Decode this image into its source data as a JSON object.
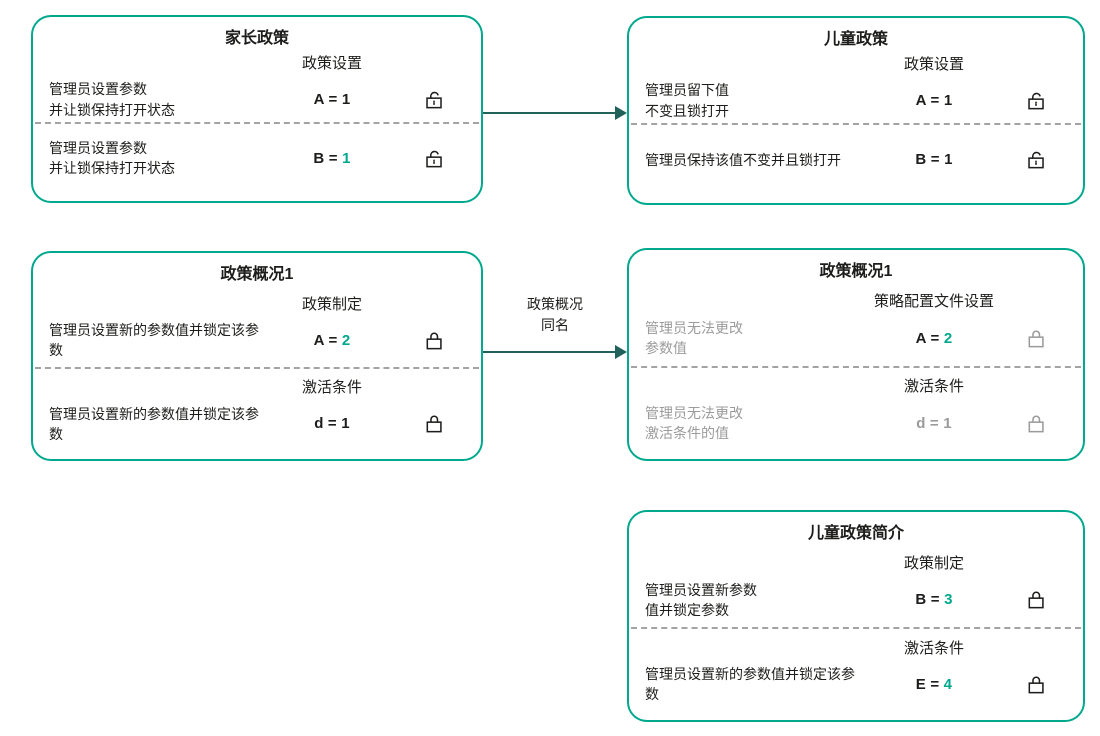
{
  "colors": {
    "accent": "#00a88e",
    "arrow": "#20615a",
    "text": "#1d1d1b",
    "muted": "#9b9b9b",
    "divider": "#a3a3a3"
  },
  "arrows": {
    "middle_label": "政策概况\n同名"
  },
  "boxes": {
    "parent_policy": {
      "title": "家长政策",
      "sections": [
        {
          "header": "政策设置",
          "row": {
            "desc": "管理员设置参数\n并让锁保持打开状态",
            "param": "A = ",
            "value": "1",
            "accent": false,
            "lock": "open",
            "muted": false
          }
        },
        {
          "header": "",
          "row": {
            "desc": "管理员设置参数\n并让锁保持打开状态",
            "param": "B = ",
            "value": "1",
            "accent": true,
            "lock": "open",
            "muted": false
          }
        }
      ]
    },
    "child_policy": {
      "title": "儿童政策",
      "sections": [
        {
          "header": "政策设置",
          "row": {
            "desc": "管理员留下值\n不变且锁打开",
            "param": "A = ",
            "value": "1",
            "accent": false,
            "lock": "open",
            "muted": false
          }
        },
        {
          "header": "",
          "row": {
            "desc": "管理员保持该值不变并且锁打开",
            "param": "B = ",
            "value": "1",
            "accent": false,
            "lock": "open",
            "muted": false
          }
        }
      ]
    },
    "policy_profile_parent": {
      "title": "政策概况1",
      "sections": [
        {
          "header": "政策制定",
          "row": {
            "desc": "管理员设置新的参数值并锁定该参数",
            "param": "A = ",
            "value": "2",
            "accent": true,
            "lock": "closed",
            "muted": false
          }
        },
        {
          "header": "激活条件",
          "row": {
            "desc": "管理员设置新的参数值并锁定该参数",
            "param": "d = ",
            "value": "1",
            "accent": false,
            "lock": "closed",
            "muted": false
          }
        }
      ]
    },
    "policy_profile_child": {
      "title": "政策概况1",
      "sections": [
        {
          "header": "策略配置文件设置",
          "row": {
            "desc": "管理员无法更改\n参数值",
            "param": "A = ",
            "value": "2",
            "accent": true,
            "lock": "closed",
            "muted": true
          }
        },
        {
          "header": "激活条件",
          "row": {
            "desc": "管理员无法更改\n激活条件的值",
            "param": "d = ",
            "value": "1",
            "accent": false,
            "lock": "closed",
            "muted": true
          }
        }
      ]
    },
    "child_policy_profile": {
      "title": "儿童政策简介",
      "sections": [
        {
          "header": "政策制定",
          "row": {
            "desc": "管理员设置新参数\n值并锁定参数",
            "param": "B = ",
            "value": "3",
            "accent": true,
            "lock": "closed",
            "muted": false
          }
        },
        {
          "header": "激活条件",
          "row": {
            "desc": "管理员设置新的参数值并锁定该参\n数",
            "param": "E = ",
            "value": "4",
            "accent": true,
            "lock": "closed",
            "muted": false
          }
        }
      ]
    }
  }
}
